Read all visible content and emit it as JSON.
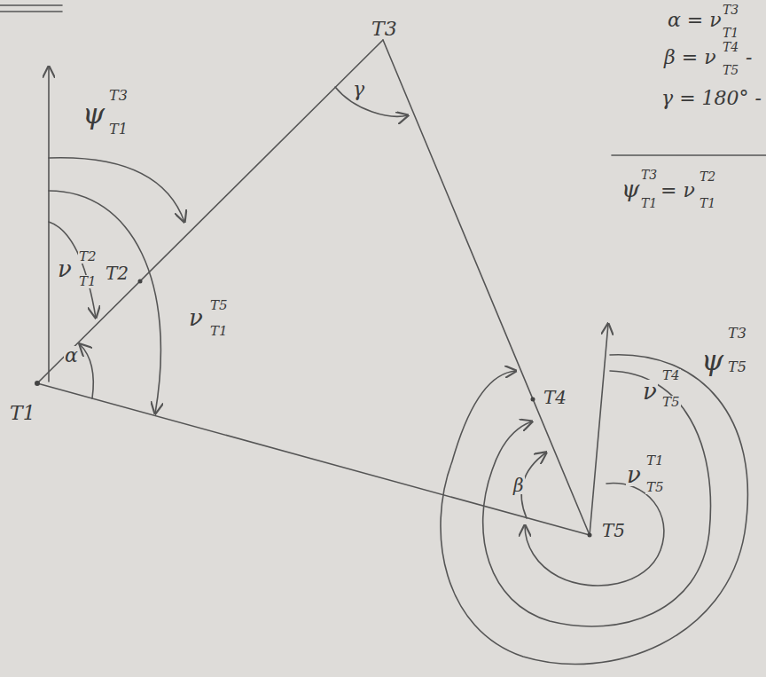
{
  "diagram": {
    "labels": [
      "T3",
      "T1",
      "T2",
      "T4",
      "T5",
      "γ",
      "α",
      "β",
      "ψ",
      "T3",
      "T1",
      "ν",
      "T2",
      "T1",
      "ν",
      "T5",
      "T1",
      "ψ",
      "T3",
      "T5",
      "ν",
      "T4",
      "T5",
      "ν",
      "T1",
      "T5",
      "α = ν",
      "T3",
      "T1",
      "β = ν",
      "T4",
      "T5",
      "-",
      "γ = 180° -",
      "ψ",
      "T3",
      "T1",
      "= ν",
      "T2",
      "T1"
    ]
  }
}
